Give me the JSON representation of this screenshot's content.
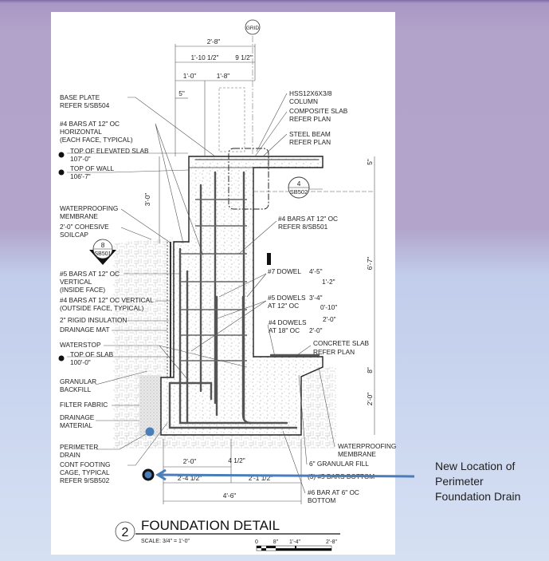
{
  "drawing": {
    "grid_label": "GRID",
    "dims_top": [
      "2'-8\"",
      "1'-10 1/2\"",
      "9 1/2\"",
      "1'-0\"",
      "1'-8\"",
      "5\""
    ],
    "dims_right": [
      "5\"",
      "6'-7\"",
      "8\"",
      "2'-0\""
    ],
    "dim_wall": "3'-0\"",
    "dims_bottom": [
      "2'-0\"",
      "4 1/2\"",
      "2'-4 1/2\"",
      "2'-1 1/2\"",
      "4'-6\""
    ],
    "left_labels": {
      "base_plate": [
        "BASE PLATE",
        "REFER 5/SB504"
      ],
      "horiz_bars": [
        "#4 BARS AT 12\" OC",
        "HORIZONTAL",
        "(EACH FACE, TYPICAL)"
      ],
      "top_elev_slab": [
        "TOP OF ELEVATED SLAB",
        "107'-0\""
      ],
      "top_wall": [
        "TOP OF WALL",
        "106'-7\""
      ],
      "waterproofing": [
        "WATERPROOFING",
        "MEMBRANE"
      ],
      "soilcap": [
        "2'-0\" COHESIVE",
        "SOILCAP"
      ],
      "section_marker": [
        "8",
        "SB501"
      ],
      "inside_bars": [
        "#5 BARS AT 12\" OC",
        "VERTICAL",
        "(INSIDE FACE)"
      ],
      "outside_bars": [
        "#4 BARS AT 12\" OC VERTICAL",
        "(OUTSIDE FACE, TYPICAL)"
      ],
      "insulation": "2\" RIGID INSULATION",
      "drainage_mat": "DRAINAGE MAT",
      "waterstop": "WATERSTOP",
      "top_slab": [
        "TOP OF SLAB",
        "100'-0\""
      ],
      "backfill": [
        "GRANULAR",
        "BACKFILL"
      ],
      "filter_fabric": "FILTER FABRIC",
      "drainage_material": [
        "DRAINAGE",
        "MATERIAL"
      ],
      "perimeter_drain": [
        "PERIMETER",
        "DRAIN"
      ],
      "footing_cage": [
        "CONT FOOTING",
        "CAGE, TYPICAL",
        "REFER 9/SB502"
      ]
    },
    "right_labels": {
      "column": [
        "HSS12X6X3/8",
        "COLUMN"
      ],
      "composite_slab": [
        "COMPOSITE SLAB",
        "REFER PLAN"
      ],
      "steel_beam": [
        "STEEL BEAM",
        "REFER PLAN"
      ],
      "detail_marker": [
        "4",
        "SB502"
      ],
      "bars_ref": [
        "#4 BARS AT 12\" OC",
        "REFER 8/SB501"
      ],
      "dowel7": [
        "#7 DOWEL",
        "4'-5\"",
        "1'-2\""
      ],
      "dowel5": [
        "#5 DOWELS",
        "AT 12\" OC",
        "3'-4\"",
        "0'-10\""
      ],
      "dowel4": [
        "#4 DOWELS",
        "AT 18\" OC",
        "2'-0\"",
        "2'-0\""
      ],
      "concrete_slab": [
        "CONCRETE SLAB",
        "REFER PLAN"
      ],
      "waterproofing": [
        "WATERPROOFING",
        "MEMBRANE"
      ],
      "granular_fill": "6\" GRANULAR FILL",
      "bottom_bars": "(3) #5 BARS BOTTOM",
      "bar6": [
        "#6 BAR AT 6\" OC",
        "BOTTOM"
      ]
    },
    "title": {
      "number": "2",
      "text": "FOUNDATION DETAIL",
      "scale": "SCALE:  3/4\" = 1'-0\"",
      "scale_bar": [
        "0",
        "8\"",
        "1'-4\"",
        "2'-8\""
      ]
    }
  },
  "annotation": {
    "lines": [
      "New Location of",
      "Perimeter",
      "Foundation Drain"
    ],
    "color": "#4a7ebb"
  }
}
